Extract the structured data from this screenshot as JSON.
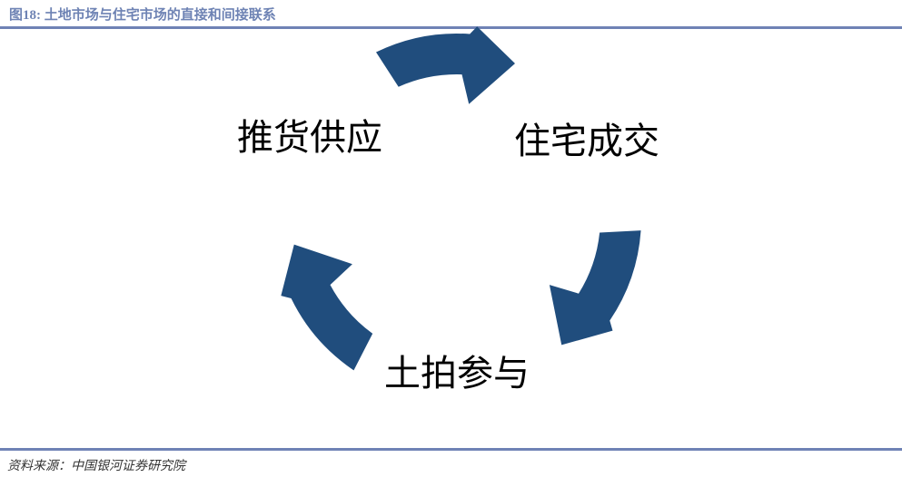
{
  "figure": {
    "title": "图18: 土地市场与住宅市场的直接和间接联系",
    "source": "资料来源：中国银河证券研究院"
  },
  "diagram": {
    "type": "cycle",
    "direction": "clockwise",
    "nodes": [
      {
        "label": "推货供应"
      },
      {
        "label": "住宅成交"
      },
      {
        "label": "土拍参与"
      }
    ],
    "flows": [
      "推货供应 → 住宅成交",
      "住宅成交 → 土拍参与",
      "土拍参与 → 推货供应"
    ],
    "arrow_color": "#204d7d"
  },
  "colors": {
    "background": "#ffffff",
    "title_text": "#6e83b4",
    "rule_line": "#6f82b5",
    "node_text": "#000000",
    "source_text": "#333333",
    "arrow": "#204d7d"
  }
}
